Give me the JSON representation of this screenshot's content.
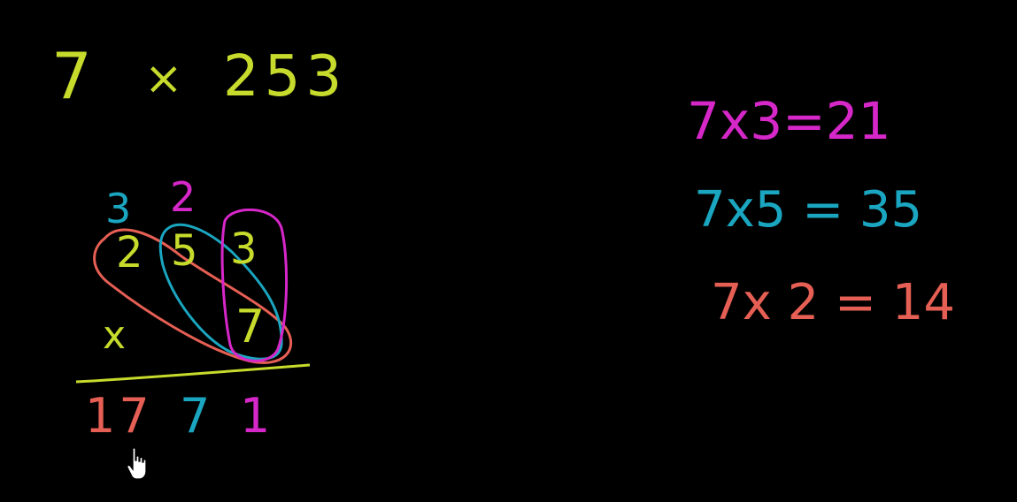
{
  "problem": {
    "factor_a": "7",
    "operator": "×",
    "factor_b": "253"
  },
  "work": {
    "carry_tens": "3",
    "carry_hundreds": "2",
    "top_digits": [
      "2",
      "5",
      "3"
    ],
    "multiplier": "7",
    "times_sign": "x",
    "result_digits": [
      "17",
      "7",
      "1"
    ]
  },
  "steps": [
    {
      "text": "7x3=21"
    },
    {
      "text": "7x5 = 35"
    },
    {
      "text": "7x 2 = 14"
    }
  ],
  "colors": {
    "background": "#000000",
    "yellow": "#c7db2c",
    "cyan": "#1aa6c0",
    "magenta": "#d627c9",
    "salmon": "#e65f54"
  },
  "icons": {
    "cursor": "hand-pointer-icon"
  }
}
